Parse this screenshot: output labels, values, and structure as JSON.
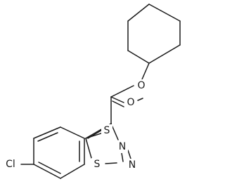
{
  "molecule": {
    "atoms": {
      "O_ester": "O",
      "O_carbonyl": "O",
      "S_thioether": "S",
      "S_ring": "S",
      "N_upper": "N",
      "N_lower": "N",
      "Cl": "Cl"
    }
  }
}
